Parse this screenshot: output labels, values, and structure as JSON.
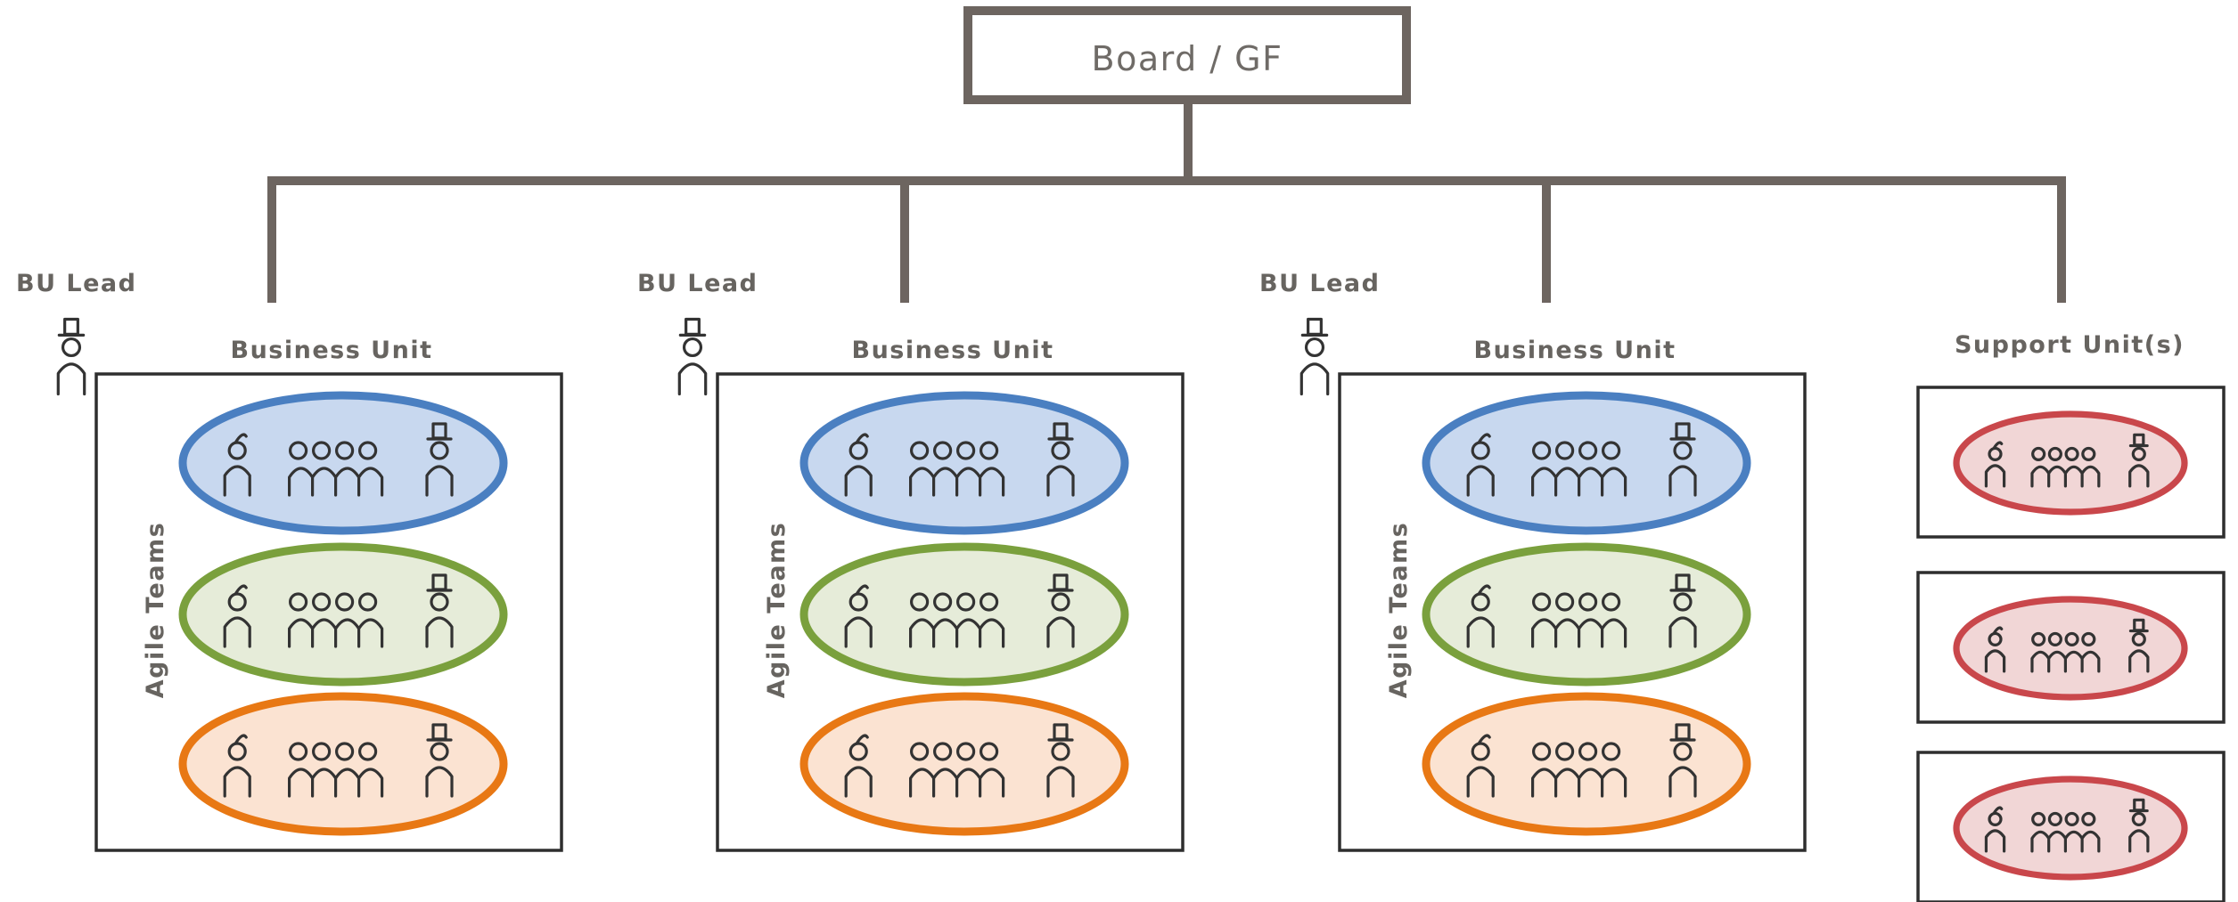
{
  "board": {
    "label": "Board / GF"
  },
  "business_units": [
    {
      "lead_label": "BU Lead",
      "unit_label": "Business Unit",
      "teams_label": "Agile Teams",
      "teams": [
        {
          "color": "#4a7fc1",
          "fill": "#c8d8ef"
        },
        {
          "color": "#7aa03d",
          "fill": "#e6ecd9"
        },
        {
          "color": "#e87814",
          "fill": "#fbe3d2"
        }
      ]
    },
    {
      "lead_label": "BU Lead",
      "unit_label": "Business Unit",
      "teams_label": "Agile Teams",
      "teams": [
        {
          "color": "#4a7fc1",
          "fill": "#c8d8ef"
        },
        {
          "color": "#7aa03d",
          "fill": "#e6ecd9"
        },
        {
          "color": "#e87814",
          "fill": "#fbe3d2"
        }
      ]
    },
    {
      "lead_label": "BU Lead",
      "unit_label": "Business Unit",
      "teams_label": "Agile Teams",
      "teams": [
        {
          "color": "#4a7fc1",
          "fill": "#c8d8ef"
        },
        {
          "color": "#7aa03d",
          "fill": "#e6ecd9"
        },
        {
          "color": "#e87814",
          "fill": "#fbe3d2"
        }
      ]
    }
  ],
  "support": {
    "label": "Support Unit(s)",
    "teams": [
      {
        "color": "#c9474b",
        "fill": "#f1d6d6"
      },
      {
        "color": "#c9474b",
        "fill": "#f1d6d6"
      },
      {
        "color": "#c9474b",
        "fill": "#f1d6d6"
      }
    ]
  },
  "colors": {
    "connector": "#6d6560",
    "label_text": "#676460",
    "box_border": "#2e2e2e"
  },
  "icons": {
    "lead": "person-with-top-hat-icon",
    "team_member": "stick-figure-icon"
  }
}
